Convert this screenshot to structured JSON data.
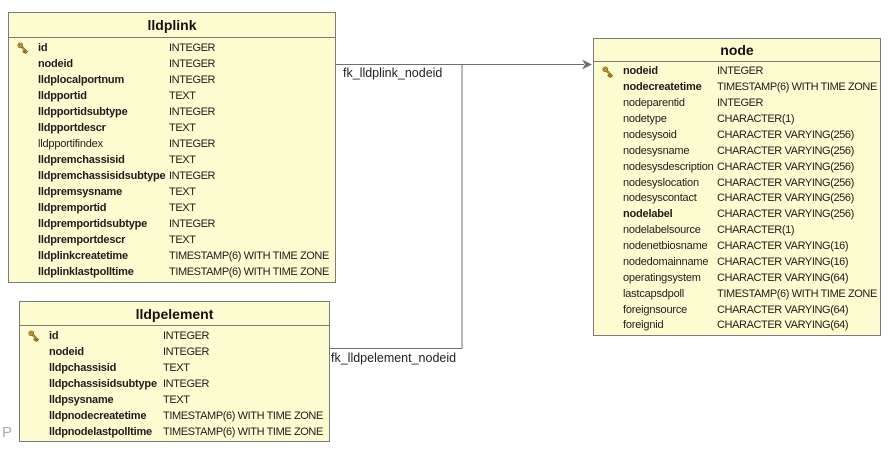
{
  "diagram": {
    "kind": "database-er-diagram",
    "watermark": "P",
    "colors": {
      "table_fill": "#FCFCD0",
      "table_border": "#7a7a7a",
      "connector": "#6f6f6f",
      "key_gold": "#ecc04f",
      "text": "#1c1c1c"
    },
    "tables": [
      {
        "name": "lldplink",
        "columns": [
          {
            "name": "id",
            "type": "INTEGER",
            "key": true,
            "bold": true
          },
          {
            "name": "nodeid",
            "type": "INTEGER",
            "bold": true
          },
          {
            "name": "lldplocalportnum",
            "type": "INTEGER",
            "bold": true
          },
          {
            "name": "lldpportid",
            "type": "TEXT",
            "bold": true
          },
          {
            "name": "lldpportidsubtype",
            "type": "INTEGER",
            "bold": true
          },
          {
            "name": "lldpportdescr",
            "type": "TEXT",
            "bold": true
          },
          {
            "name": "lldpportifindex",
            "type": "INTEGER",
            "bold": false
          },
          {
            "name": "lldpremchassisid",
            "type": "TEXT",
            "bold": true
          },
          {
            "name": "lldpremchassisidsubtype",
            "type": "INTEGER",
            "bold": true
          },
          {
            "name": "lldpremsysname",
            "type": "TEXT",
            "bold": true
          },
          {
            "name": "lldpremportid",
            "type": "TEXT",
            "bold": true
          },
          {
            "name": "lldpremportidsubtype",
            "type": "INTEGER",
            "bold": true
          },
          {
            "name": "lldpremportdescr",
            "type": "TEXT",
            "bold": true
          },
          {
            "name": "lldplinkcreatetime",
            "type": "TIMESTAMP(6) WITH TIME ZONE",
            "bold": true
          },
          {
            "name": "lldplinklastpolltime",
            "type": "TIMESTAMP(6) WITH TIME ZONE",
            "bold": true
          }
        ]
      },
      {
        "name": "lldpelement",
        "columns": [
          {
            "name": "id",
            "type": "INTEGER",
            "key": true,
            "bold": true
          },
          {
            "name": "nodeid",
            "type": "INTEGER",
            "bold": true
          },
          {
            "name": "lldpchassisid",
            "type": "TEXT",
            "bold": true
          },
          {
            "name": "lldpchassisidsubtype",
            "type": "INTEGER",
            "bold": true
          },
          {
            "name": "lldpsysname",
            "type": "TEXT",
            "bold": true
          },
          {
            "name": "lldpnodecreatetime",
            "type": "TIMESTAMP(6) WITH TIME ZONE",
            "bold": true
          },
          {
            "name": "lldpnodelastpolltime",
            "type": "TIMESTAMP(6) WITH TIME ZONE",
            "bold": true
          }
        ]
      },
      {
        "name": "node",
        "columns": [
          {
            "name": "nodeid",
            "type": "INTEGER",
            "key": true,
            "bold": true
          },
          {
            "name": "nodecreatetime",
            "type": "TIMESTAMP(6) WITH TIME ZONE",
            "bold": true
          },
          {
            "name": "nodeparentid",
            "type": "INTEGER",
            "bold": false
          },
          {
            "name": "nodetype",
            "type": "CHARACTER(1)",
            "bold": false
          },
          {
            "name": "nodesysoid",
            "type": "CHARACTER VARYING(256)",
            "bold": false
          },
          {
            "name": "nodesysname",
            "type": "CHARACTER VARYING(256)",
            "bold": false
          },
          {
            "name": "nodesysdescription",
            "type": "CHARACTER VARYING(256)",
            "bold": false
          },
          {
            "name": "nodesyslocation",
            "type": "CHARACTER VARYING(256)",
            "bold": false
          },
          {
            "name": "nodesyscontact",
            "type": "CHARACTER VARYING(256)",
            "bold": false
          },
          {
            "name": "nodelabel",
            "type": "CHARACTER VARYING(256)",
            "bold": true
          },
          {
            "name": "nodelabelsource",
            "type": "CHARACTER(1)",
            "bold": false
          },
          {
            "name": "nodenetbiosname",
            "type": "CHARACTER VARYING(16)",
            "bold": false
          },
          {
            "name": "nodedomainname",
            "type": "CHARACTER VARYING(16)",
            "bold": false
          },
          {
            "name": "operatingsystem",
            "type": "CHARACTER VARYING(64)",
            "bold": false
          },
          {
            "name": "lastcapsdpoll",
            "type": "TIMESTAMP(6) WITH TIME ZONE",
            "bold": false
          },
          {
            "name": "foreignsource",
            "type": "CHARACTER VARYING(64)",
            "bold": false
          },
          {
            "name": "foreignid",
            "type": "CHARACTER VARYING(64)",
            "bold": false
          }
        ]
      }
    ],
    "relationships": [
      {
        "label": "fk_lldplink_nodeid",
        "from": "lldplink",
        "to": "node"
      },
      {
        "label": "fk_lldpelement_nodeid",
        "from": "lldpelement",
        "to": "node"
      }
    ]
  }
}
